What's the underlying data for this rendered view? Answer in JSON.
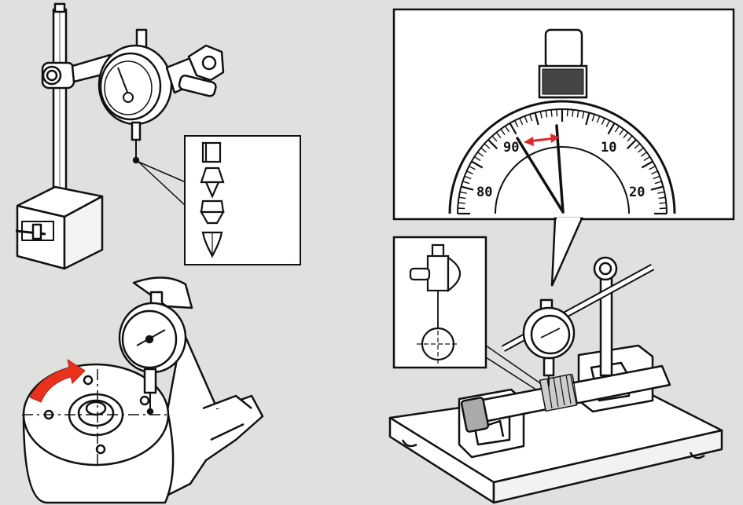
{
  "dial_labels": {
    "left_90": "90",
    "right_10": "10",
    "left_80": "80",
    "right_20": "20"
  },
  "colors": {
    "background": "#dfe1df",
    "line": "#111111",
    "rotation_arrow": "#e8321e",
    "reading_arrow": "#d92b2b",
    "panel": "#ffffff"
  },
  "icons": {
    "magnetic_base": "magnetic-stand-icon",
    "dial_indicator": "dial-indicator-icon",
    "contact_points": "contact-point-set-icon",
    "rotation": "curved-arrow-icon"
  }
}
